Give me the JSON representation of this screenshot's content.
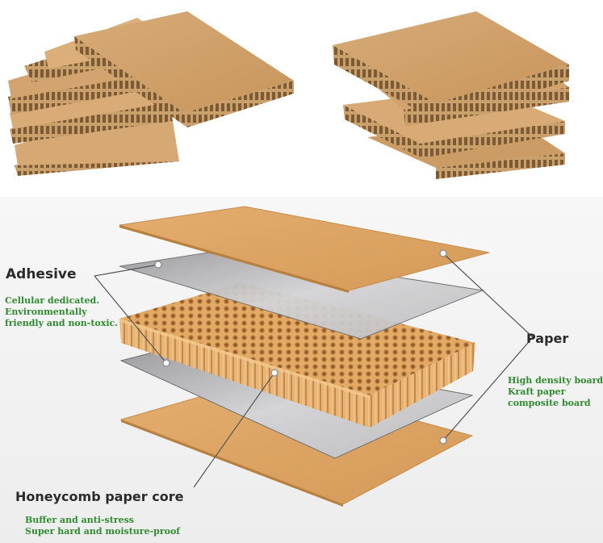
{
  "adhesive": {
    "title": "Adhesive",
    "notes": [
      "Cellular dedicated.",
      "Environmentally",
      "friendly and non-toxic."
    ]
  },
  "paper": {
    "title": "Paper",
    "notes": [
      "High density board",
      "Kraft paper",
      "composite board"
    ]
  },
  "core": {
    "title": "Honeycomb paper core",
    "notes": [
      "Buffer and anti-stress",
      "Super hard and moisture-proof"
    ]
  },
  "colors": {
    "kraft": "#d9a76a",
    "kraft_dark": "#b9854c",
    "adhesive_film": "#c9c9cb",
    "note_text": "#2e8b2e",
    "title_text": "#2b2b2b",
    "background_bottom": "#f3f3f3"
  }
}
